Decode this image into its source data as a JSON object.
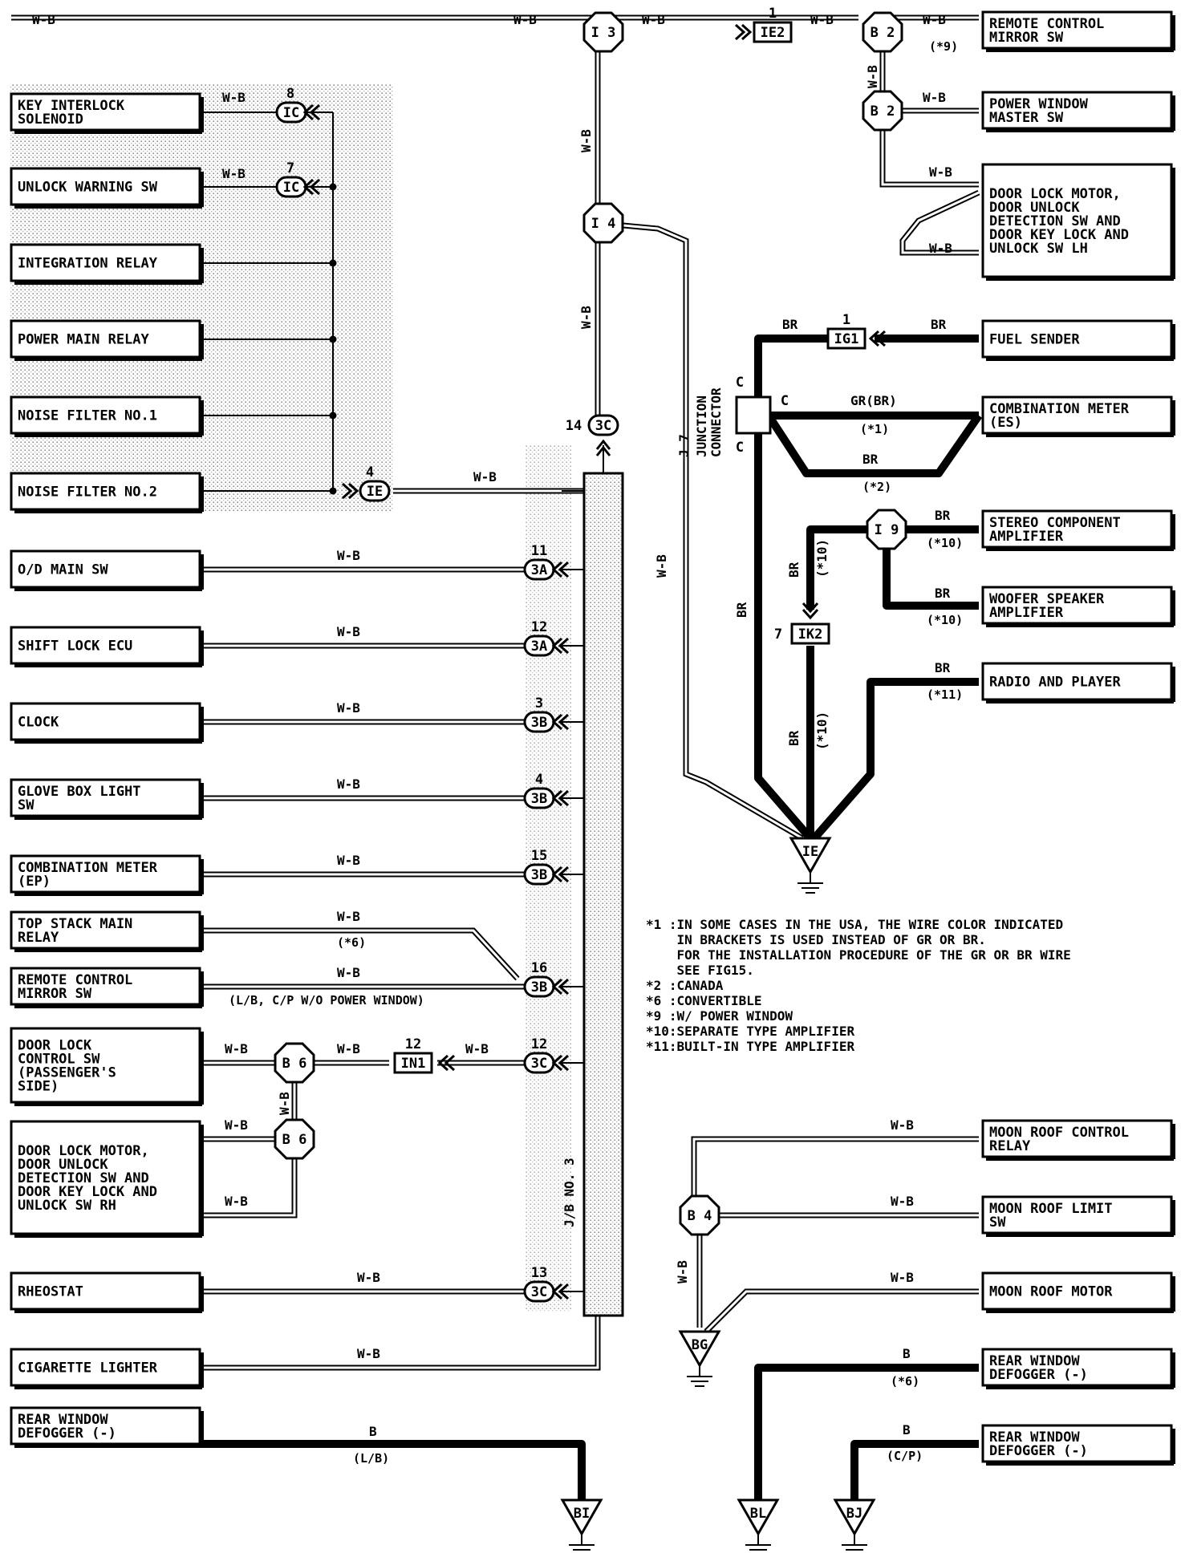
{
  "components_left": [
    {
      "id": "key-interlock",
      "lines": [
        "KEY INTERLOCK",
        "SOLENOID"
      ],
      "wire": "W-B",
      "conn": "IC",
      "pin": "8"
    },
    {
      "id": "unlock-warning",
      "lines": [
        "UNLOCK WARNING SW"
      ],
      "wire": "W-B",
      "conn": "IC",
      "pin": "7"
    },
    {
      "id": "integration-relay",
      "lines": [
        "INTEGRATION RELAY"
      ]
    },
    {
      "id": "power-main-relay",
      "lines": [
        "POWER MAIN RELAY"
      ]
    },
    {
      "id": "noise-filter-1",
      "lines": [
        "NOISE FILTER NO.1"
      ]
    },
    {
      "id": "noise-filter-2",
      "lines": [
        "NOISE FILTER NO.2"
      ],
      "wire": "W-B",
      "conn": "IE",
      "pin": "4"
    },
    {
      "id": "od-main-sw",
      "lines": [
        "O/D MAIN SW"
      ],
      "wire": "W-B",
      "conn": "3A",
      "pin": "11"
    },
    {
      "id": "shift-lock-ecu",
      "lines": [
        "SHIFT LOCK ECU"
      ],
      "wire": "W-B",
      "conn": "3A",
      "pin": "12"
    },
    {
      "id": "clock",
      "lines": [
        "CLOCK"
      ],
      "wire": "W-B",
      "conn": "3B",
      "pin": "3"
    },
    {
      "id": "glove-box",
      "lines": [
        "GLOVE BOX LIGHT",
        "SW"
      ],
      "wire": "W-B",
      "conn": "3B",
      "pin": "4"
    },
    {
      "id": "combination-meter-ep",
      "lines": [
        "COMBINATION METER",
        "(EP)"
      ],
      "wire": "W-B",
      "conn": "3B",
      "pin": "15"
    },
    {
      "id": "top-stack",
      "lines": [
        "TOP STACK MAIN",
        "RELAY"
      ],
      "wire": "W-B",
      "note": "(*6)"
    },
    {
      "id": "remote-mirror-left",
      "lines": [
        "REMOTE CONTROL",
        "MIRROR SW"
      ],
      "wire": "W-B",
      "conn": "3B",
      "pin": "16",
      "note": "(L/B, C/P W/O POWER WINDOW)"
    },
    {
      "id": "door-lock-control",
      "lines": [
        "DOOR LOCK",
        "CONTROL SW",
        "(PASSENGER'S",
        " SIDE)"
      ],
      "wire": "W-B",
      "conn": "3C",
      "pin": "12"
    },
    {
      "id": "door-lock-motor-rh",
      "lines": [
        "DOOR LOCK MOTOR,",
        "DOOR UNLOCK",
        "DETECTION SW AND",
        "DOOR KEY LOCK AND",
        "UNLOCK SW RH"
      ],
      "wire": "W-B"
    },
    {
      "id": "rheostat",
      "lines": [
        "RHEOSTAT"
      ],
      "wire": "W-B",
      "conn": "3C",
      "pin": "13"
    },
    {
      "id": "cigarette-lighter",
      "lines": [
        "CIGARETTE LIGHTER"
      ],
      "wire": "W-B"
    },
    {
      "id": "rear-defogger-left",
      "lines": [
        "REAR WINDOW",
        "DEFOGGER (-)"
      ],
      "wire": "B",
      "note": "(L/B)"
    }
  ],
  "components_right": [
    {
      "id": "remote-mirror-right",
      "lines": [
        "REMOTE CONTROL",
        "MIRROR SW"
      ],
      "wire": "W-B",
      "note": "(*9)"
    },
    {
      "id": "power-window-master",
      "lines": [
        "POWER WINDOW",
        "MASTER SW"
      ],
      "wire": "W-B"
    },
    {
      "id": "door-lock-motor-lh",
      "lines": [
        "DOOR LOCK MOTOR,",
        "DOOR UNLOCK",
        "DETECTION SW AND",
        "DOOR KEY LOCK AND",
        "UNLOCK SW LH"
      ],
      "wire": "W-B"
    },
    {
      "id": "fuel-sender",
      "lines": [
        "FUEL SENDER"
      ],
      "wire": "BR"
    },
    {
      "id": "combination-meter-es",
      "lines": [
        "COMBINATION METER",
        "(ES)"
      ]
    },
    {
      "id": "stereo-amp",
      "lines": [
        "STEREO COMPONENT",
        "AMPLIFIER"
      ],
      "wire": "BR",
      "note": "(*10)"
    },
    {
      "id": "woofer-amp",
      "lines": [
        "WOOFER SPEAKER",
        "AMPLIFIER"
      ],
      "wire": "BR",
      "note": "(*10)"
    },
    {
      "id": "radio",
      "lines": [
        "RADIO AND PLAYER"
      ],
      "wire": "BR",
      "note": "(*11)"
    },
    {
      "id": "moon-roof-relay",
      "lines": [
        "MOON ROOF CONTROL",
        "RELAY"
      ],
      "wire": "W-B"
    },
    {
      "id": "moon-roof-limit",
      "lines": [
        "MOON ROOF LIMIT",
        "SW"
      ],
      "wire": "W-B"
    },
    {
      "id": "moon-roof-motor",
      "lines": [
        "MOON ROOF MOTOR"
      ],
      "wire": "W-B"
    },
    {
      "id": "rear-defogger-bl",
      "lines": [
        "REAR WINDOW",
        "DEFOGGER (-)"
      ],
      "wire": "B",
      "note": "(*6)"
    },
    {
      "id": "rear-defogger-bj",
      "lines": [
        "REAR WINDOW",
        "DEFOGGER (-)"
      ],
      "wire": "B",
      "note": "(C/P)"
    }
  ],
  "connectors": {
    "I3": "I 3",
    "I4": "I 4",
    "I9": "I 9",
    "B2a": "B 2",
    "B2b": "B 2",
    "B6a": "B 6",
    "B6b": "B 6",
    "B4": "B 4",
    "IE2": "IE2",
    "IE2_pin": "1",
    "IG1": "IG1",
    "IG1_pin": "1",
    "IK2": "IK2",
    "IK2_pin": "7",
    "IN1": "IN1",
    "IN1_pin": "12",
    "J3C_top": "3C",
    "J3C_top_pin": "14"
  },
  "grounds": {
    "IE": "IE",
    "BG": "BG",
    "BI": "BI",
    "BL": "BL",
    "BJ": "BJ"
  },
  "wires": {
    "top_left": "W-B",
    "top_mid": "W-B",
    "top_right1": "W-B",
    "top_right2": "W-B",
    "b2_vertical": "W-B",
    "b2b_right": "W-B",
    "lh_upper": "W-B",
    "lh_lower": "W-B",
    "i3_i4": "W-B",
    "i4_jb": "W-B",
    "i4_ground": "W-B",
    "br_top": "BR",
    "br_fuel": "BR",
    "gr_br": "GR(BR)",
    "gr_br_note": "(*1)",
    "br_lower": "BR",
    "br_lower_note": "(*2)",
    "br_vert": "BR",
    "br_vert_note": "(*10)",
    "br_ik2": "BR",
    "br_ik2_note": "(*10)",
    "ground_br": "BR",
    "b6_vertical": "W-B",
    "b6_in1": "W-B",
    "in1_3c": "W-B",
    "b4_vertical": "W-B",
    "junction_c1": "C",
    "junction_c2": "C",
    "junction_c3": "C"
  },
  "labels": {
    "junction": "J 7",
    "junction_sub": "JUNCTION",
    "junction_sub2": "CONNECTOR",
    "jb": "J/B NO. 3"
  },
  "notes": [
    "*1 :IN SOME CASES IN THE USA, THE WIRE COLOR INDICATED",
    "    IN BRACKETS IS USED INSTEAD OF GR OR BR.",
    "    FOR THE INSTALLATION PROCEDURE OF THE GR OR BR WIRE",
    "    SEE FIG15.",
    "*2 :CANADA",
    "*6 :CONVERTIBLE",
    "*9 :W/ POWER WINDOW",
    "*10:SEPARATE TYPE AMPLIFIER",
    "*11:BUILT-IN TYPE AMPLIFIER"
  ]
}
